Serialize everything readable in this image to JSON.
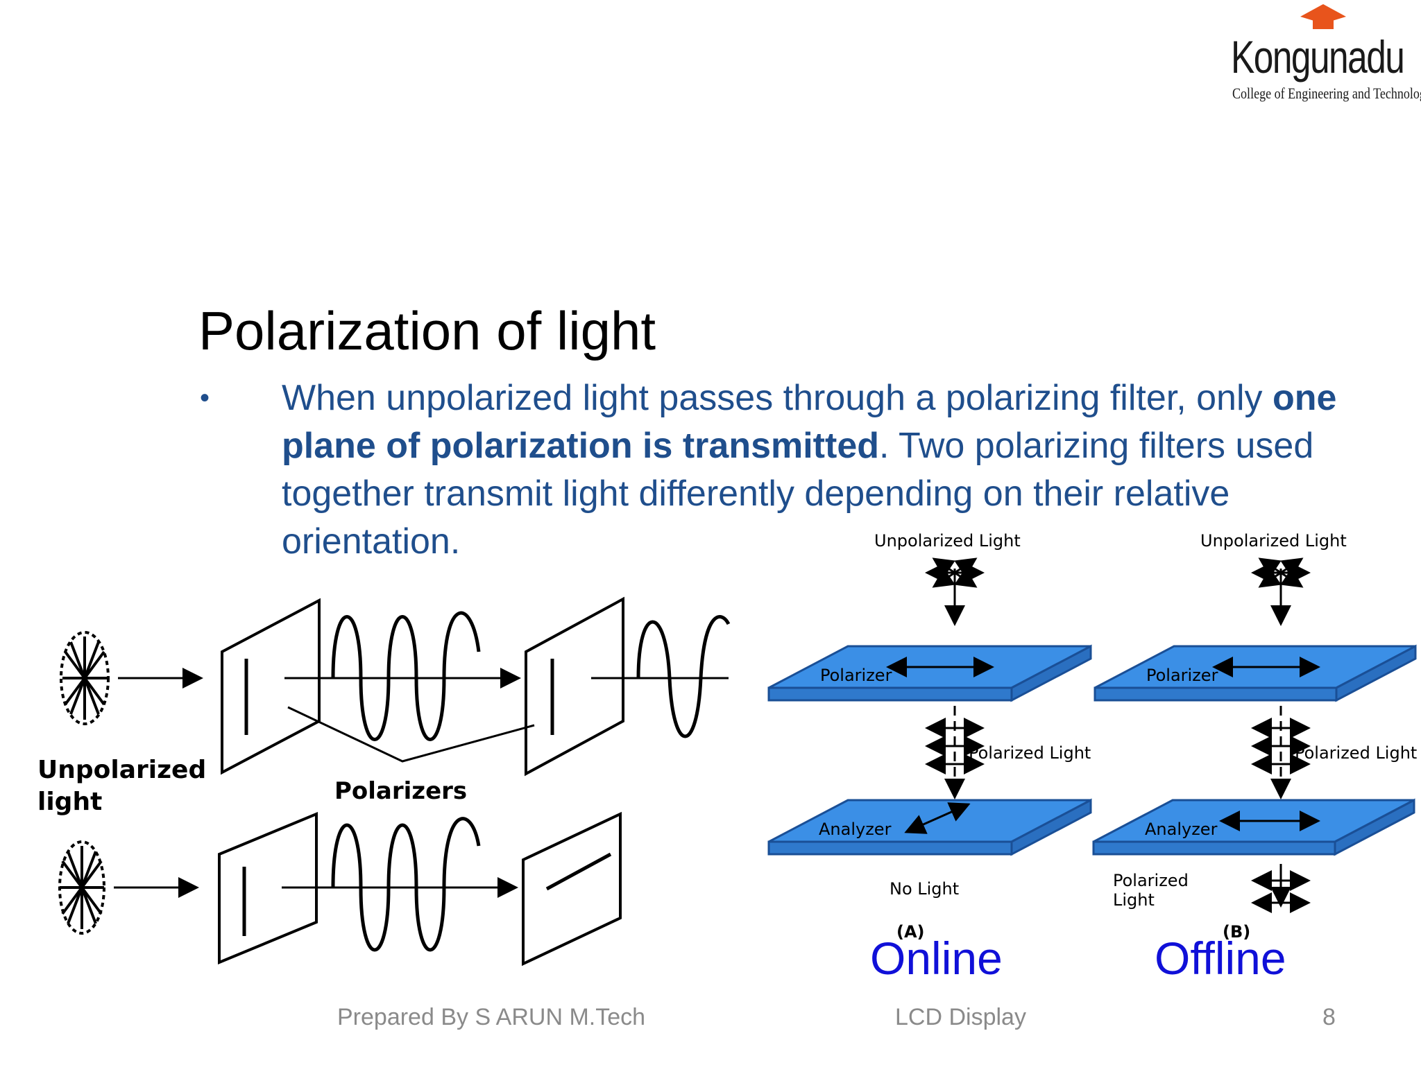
{
  "logo": {
    "brand": "Kongunadu",
    "subtitle": "College of Engineering and Technology",
    "cap_color": "#e8541c"
  },
  "slide": {
    "title": "Polarization of light",
    "bullet": {
      "part1": "When unpolarized light passes through a polarizing filter, only ",
      "bold": "one plane of polarization is transmitted",
      "part2": ". Two polarizing filters used together transmit light differently depending on their relative orientation."
    }
  },
  "left_diagram": {
    "unpolarized_label_line1": "Unpolarized",
    "unpolarized_label_line2": "light",
    "polarizers_label": "Polarizers"
  },
  "right_diagram": {
    "color_plate": "#3b8fe6",
    "a": {
      "unpolarized": "Unpolarized Light",
      "polarizer": "Polarizer",
      "polarized": "Polarized Light",
      "analyzer": "Analyzer",
      "result": "No Light",
      "tag": "(A)"
    },
    "b": {
      "unpolarized": "Unpolarized Light",
      "polarizer": "Polarizer",
      "polarized": "Polarized Light",
      "analyzer": "Analyzer",
      "result_line1": "Polarized",
      "result_line2": "Light",
      "tag": "(B)"
    }
  },
  "captions": {
    "online": "Online",
    "offline": "Offline",
    "color": "#1010d8"
  },
  "footer": {
    "author": "Prepared By S ARUN M.Tech",
    "topic": "LCD Display",
    "page": "8"
  }
}
